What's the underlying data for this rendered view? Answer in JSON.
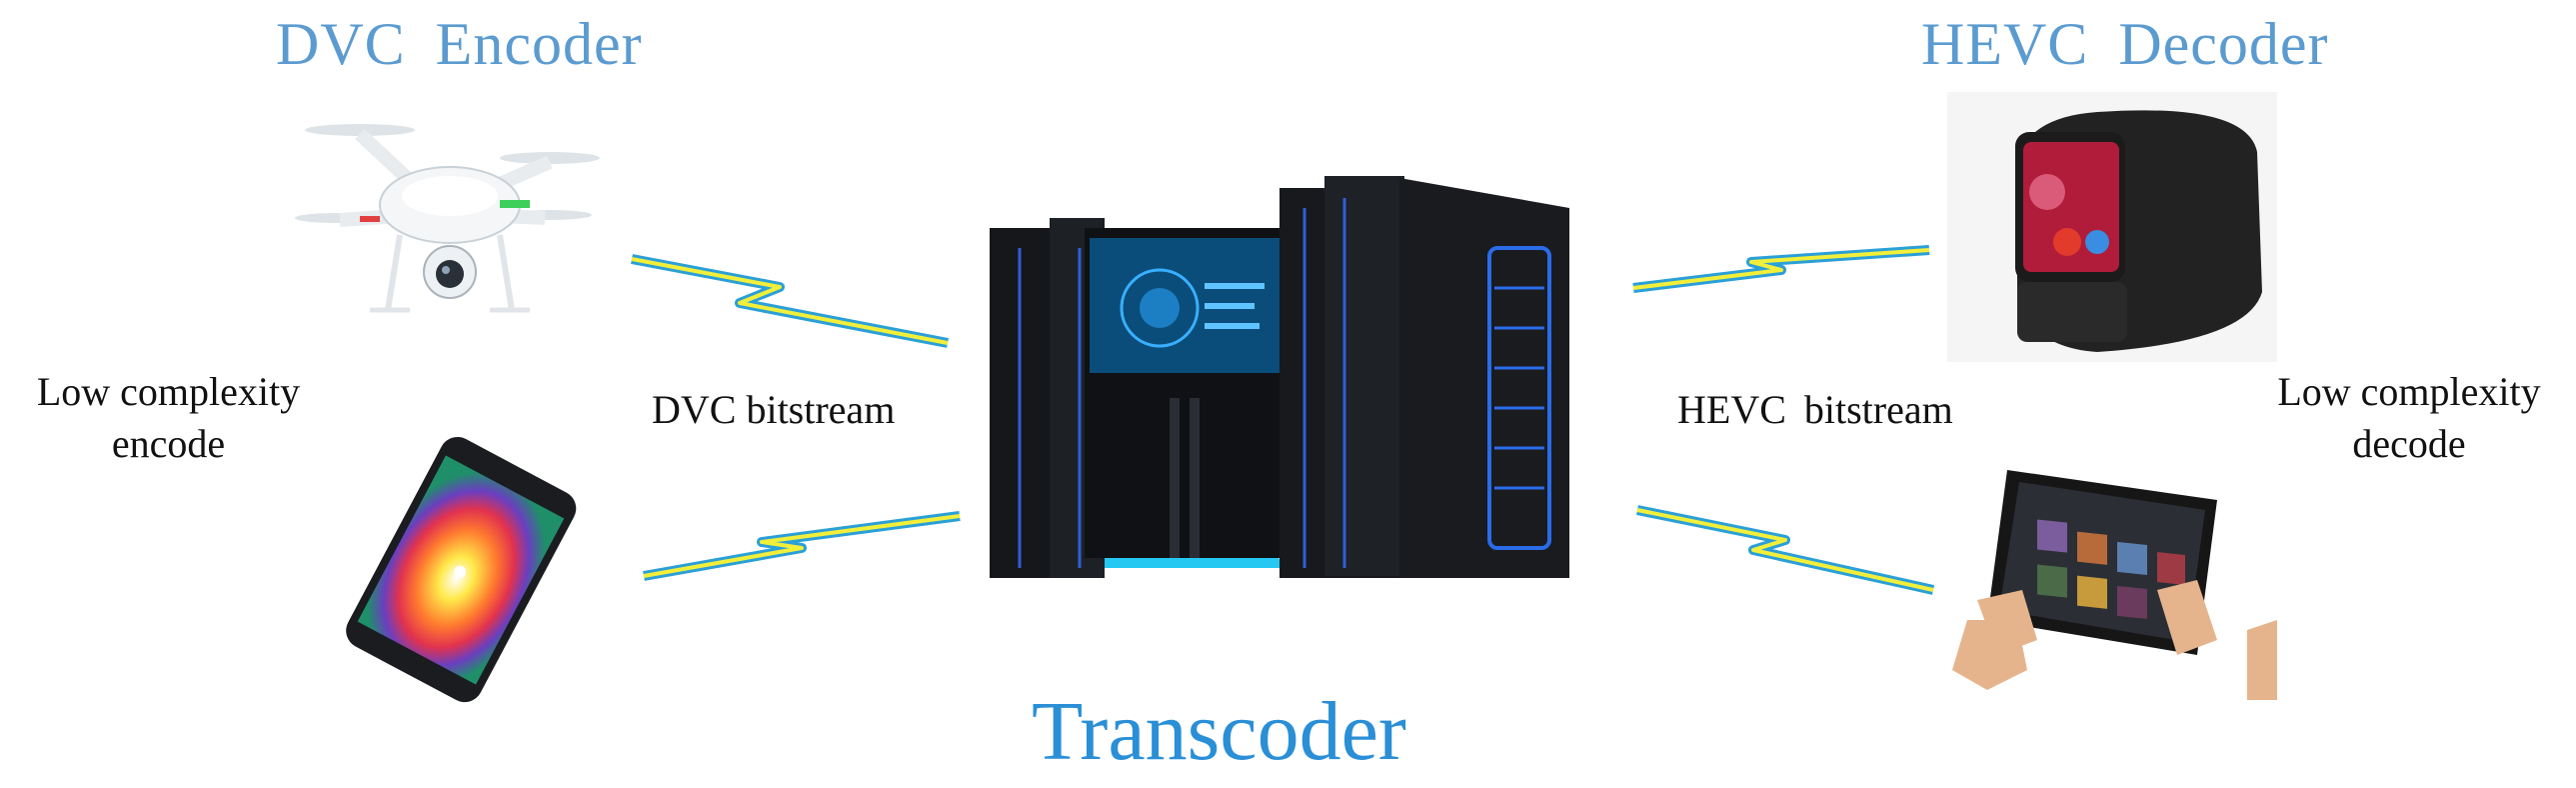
{
  "encoder_title": "DVC  Encoder",
  "decoder_title": "HEVC  Decoder",
  "transcoder_title": "Transcoder",
  "left_bitstream_label": "DVC bitstream",
  "right_bitstream_label": "HEVC  bitstream",
  "left_side_label": "Low complexity encode",
  "right_side_label": "Low complexity decode",
  "colors": {
    "title_blue": "#5b9bd0",
    "transcoder_blue": "#2a8fd6",
    "link_blue": "#2a9fd8",
    "link_yellow": "#f2ef3a"
  },
  "icons": {
    "encoder_device_1": "drone-icon",
    "encoder_device_2": "smartphone-icon",
    "transcoder_device": "server-rack-icon",
    "decoder_device_1": "smartwatch-icon",
    "decoder_device_2": "tablet-icon",
    "link": "wireless-link-icon"
  }
}
